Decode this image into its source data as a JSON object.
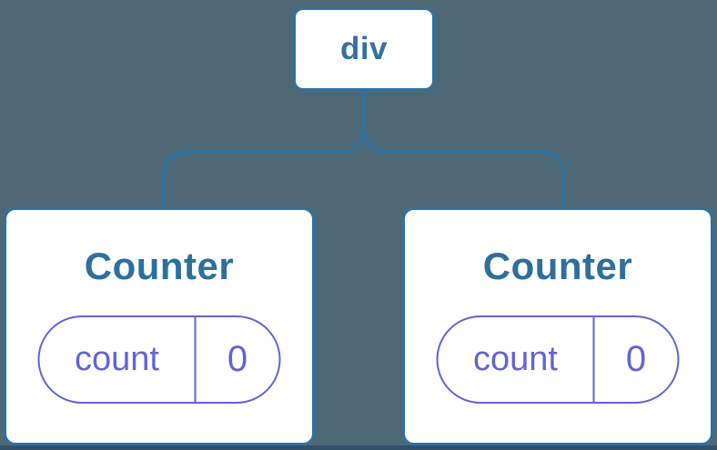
{
  "diagram": {
    "root": {
      "label": "div"
    },
    "children": [
      {
        "title": "Counter",
        "state": {
          "key": "count",
          "value": "0"
        }
      },
      {
        "title": "Counter",
        "state": {
          "key": "count",
          "value": "0"
        }
      }
    ],
    "colors": {
      "background": "#4e6975",
      "node_border_and_lines": "#2e72a3",
      "node_text_blue": "#2d6f9e",
      "state_pill_purple": "#6363d6",
      "card_background": "#ffffff",
      "bottom_edge": "#31506a"
    }
  }
}
